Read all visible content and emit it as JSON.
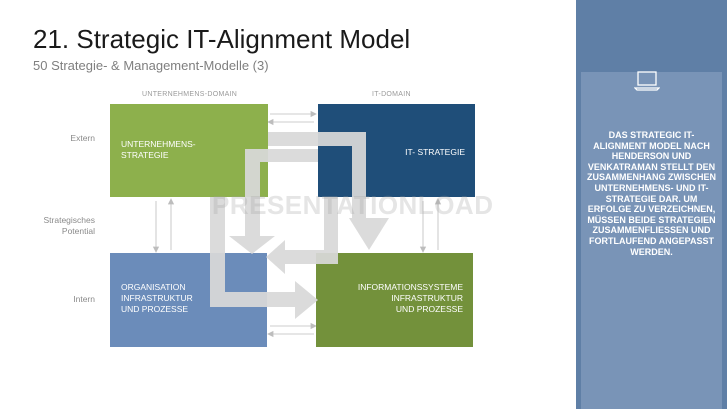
{
  "slide": {
    "title": "21. Strategic IT-Alignment Model",
    "subtitle": "50 Strategie- & Management-Modelle (3)"
  },
  "diagram": {
    "domains": [
      "UNTERNEHMENS-DOMAIN",
      "IT-DOMAIN"
    ],
    "rows": [
      "Extern",
      "Strategisches Potential",
      "Intern"
    ],
    "boxes": {
      "business_strategy": {
        "label": "UNTERNEHMENS-\nSTRATEGIE",
        "color": "#8db04c"
      },
      "it_strategy": {
        "label": "IT- STRATEGIE",
        "color": "#1f4e79"
      },
      "organisation": {
        "label": "ORGANISATION\nINFRASTRUKTUR\nUND PROZESSE",
        "color": "#6b8cba"
      },
      "information_systems": {
        "label": "INFORMATIONSSYSTEME\nINFRASTRUKTUR\nUND PROZESSE",
        "color": "#73913b"
      }
    },
    "watermark": "PRESENTATIONLOAD",
    "arrow_color": "#d9d9d9"
  },
  "panel": {
    "text": "Das Strategic IT-Alignment Model nach Henderson und Venkatraman stellt den Zusammenhang zwischen Unternehmens- und IT-Strategie dar. Um Erfolge zu verzeichnen, müssen beide Strategien zusammenfließen und fortlaufend angepasst werden.",
    "icon": "laptop-icon",
    "color": "#5f7fa6"
  }
}
